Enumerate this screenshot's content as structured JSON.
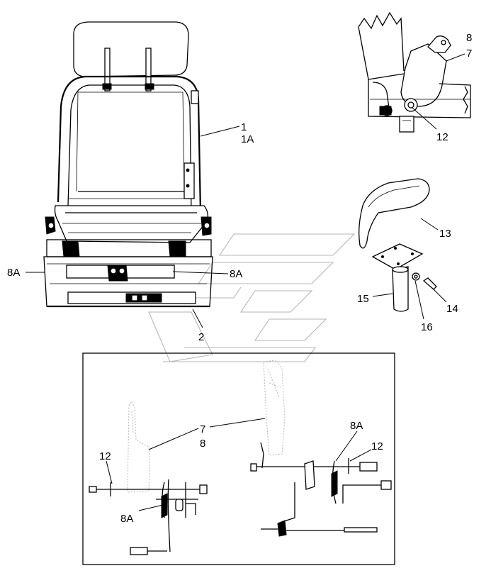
{
  "callouts": {
    "c1": "1",
    "c1a": "1A",
    "c2": "2",
    "c8a_left": "8A",
    "c8a_mid": "8A",
    "c8_top": "8",
    "c7_top": "7",
    "c12_top": "12",
    "c13": "13",
    "c14": "14",
    "c15": "15",
    "c16": "16",
    "c7_inset": "7",
    "c8_inset": "8",
    "c12_inset_left": "12",
    "c8a_inset_left": "8A",
    "c8a_inset_right": "8A",
    "c12_inset_right": "12"
  },
  "colors": {
    "line": "#000000",
    "watermark": "#b5b5b5",
    "background": "#ffffff"
  }
}
